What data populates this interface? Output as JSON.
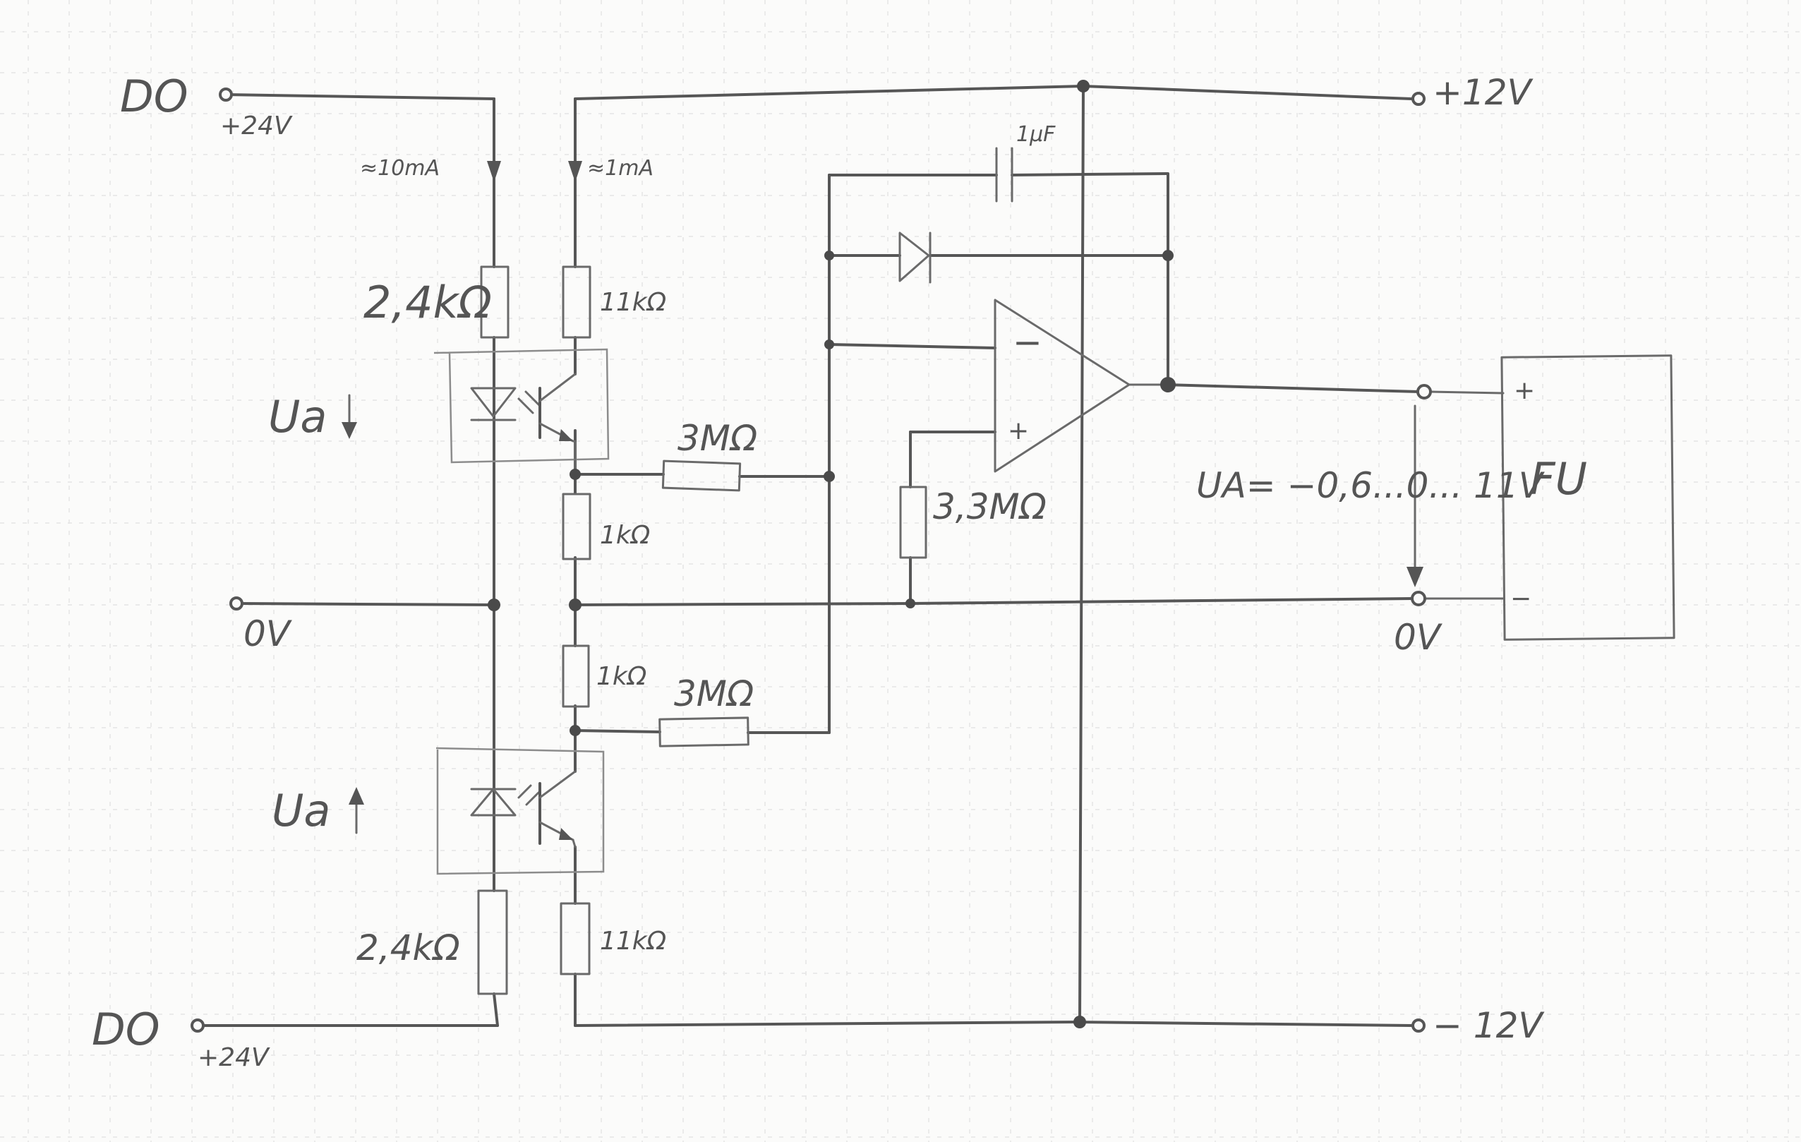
{
  "labels": {
    "do_top": "DO",
    "v24_top": "+24V",
    "i_10ma": "≈10mA",
    "i_1ma": "≈1mA",
    "r_24k_top": "2,4kΩ",
    "r_11k_top": "11kΩ",
    "ua_down": "Ua",
    "r_3m_top": "3MΩ",
    "r_1k_top": "1kΩ",
    "zero_left": "0V",
    "r_1k_bot": "1kΩ",
    "r_3m_bot": "3MΩ",
    "ua_up": "Ua",
    "r_24k_bot": "2,4kΩ",
    "r_11k_bot": "11kΩ",
    "do_bot": "DO",
    "v24_bot": "+24V",
    "cap": "1μF",
    "minus_in": "−",
    "plus_in": "+",
    "r_33m": "3,3MΩ",
    "plus12": "+12V",
    "minus12": "− 12V",
    "ua_out": "UA= −0,6...0... 11V",
    "zero_right": "0V",
    "fu": "FU",
    "fu_plus": "+",
    "fu_minus": "−"
  },
  "icons": {
    "diode": "diode-icon",
    "opamp": "opamp-icon",
    "capacitor": "capacitor-icon",
    "optocoupler": "optocoupler-icon",
    "resistor": "resistor-icon"
  }
}
